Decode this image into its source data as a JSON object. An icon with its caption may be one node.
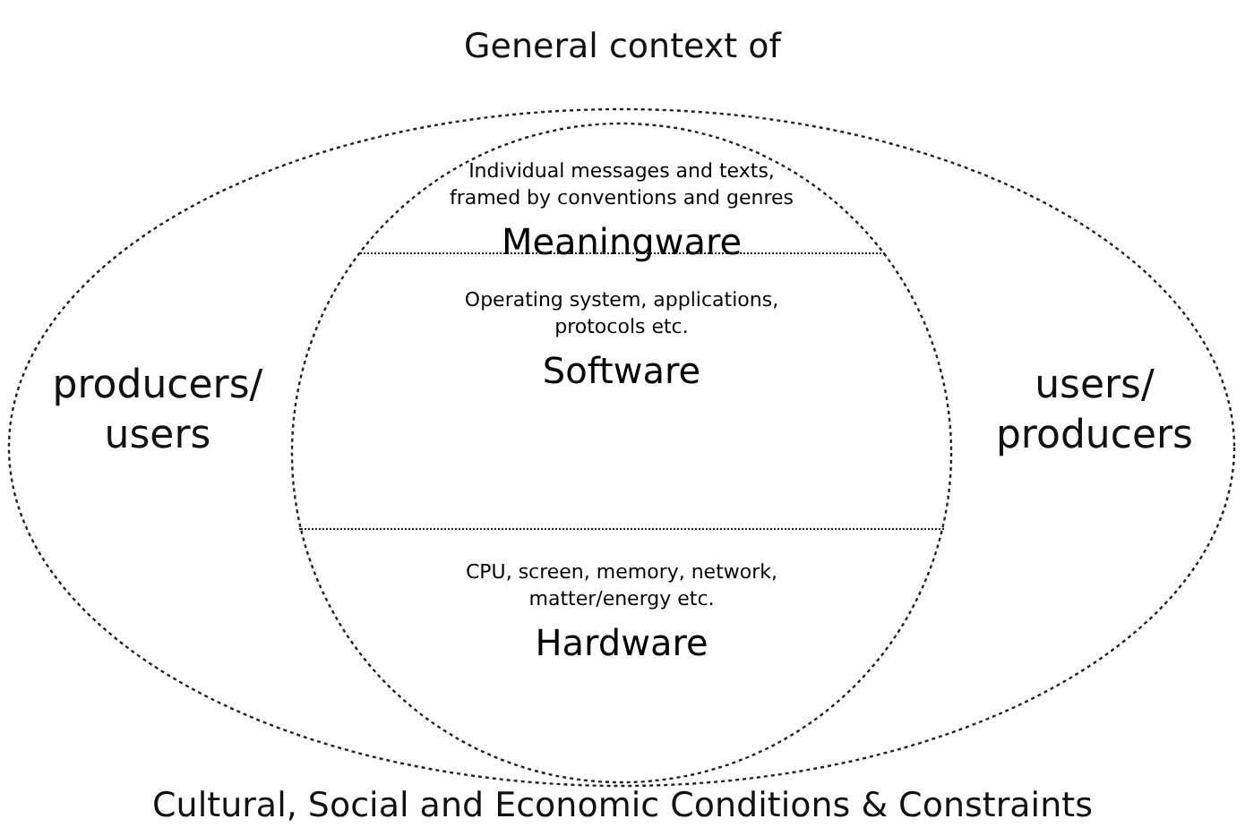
{
  "diagram": {
    "title": "General context of",
    "caption": "Cultural, Social and Economic Conditions & Constraints",
    "nodes": [
      {
        "text": [
          "producers/ users",
          "users/ producers"
        ]
      },
      {
        "text": [],
        "shape": "circle",
        "in": 0
      },
      {
        "text": [
          "Individual messages and texts, framed by conventions and genres",
          "Meaningware"
        ],
        "in": 1
      },
      {
        "text": [
          "Operating system, applications, protocols etc.",
          "Software"
        ],
        "in": 1
      },
      {
        "text": [
          "CPU, screen, memory, network, matter/energy etc.",
          "Hardware"
        ],
        "in": 1
      }
    ],
    "edges": []
  }
}
